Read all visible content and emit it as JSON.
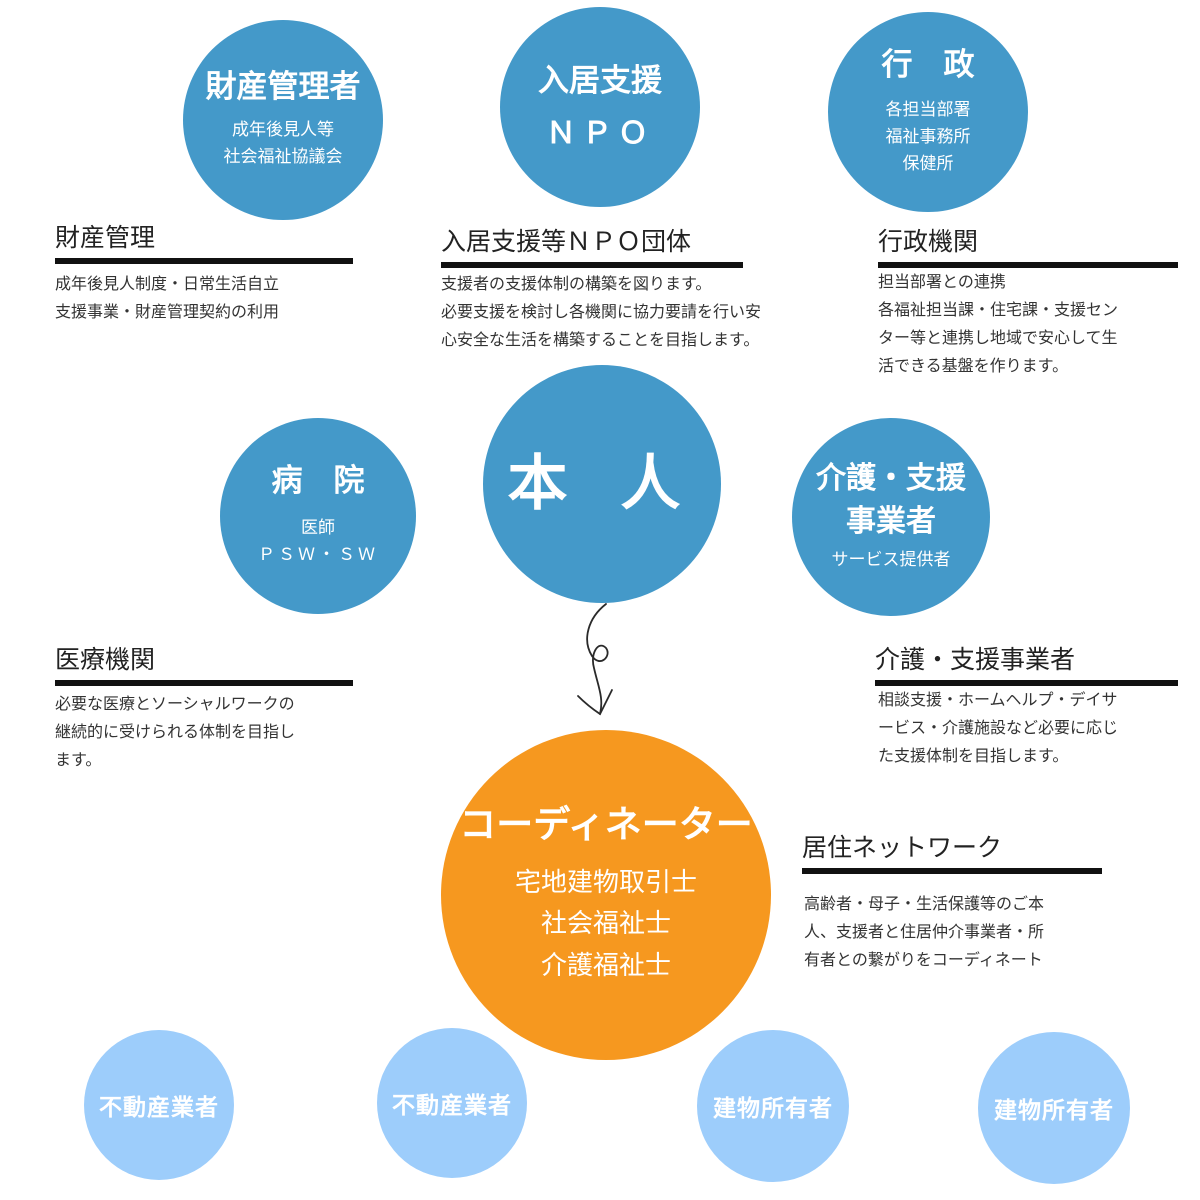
{
  "circles": {
    "zaisan": {
      "title": "財産管理者",
      "sub": [
        "成年後見人等",
        "社会福祉協議会"
      ]
    },
    "npo": {
      "title1": "入居支援",
      "title2": "ＮＰＯ"
    },
    "gyosei": {
      "title": "行　政",
      "sub": [
        "各担当部署",
        "福祉事務所",
        "保健所"
      ]
    },
    "byoin": {
      "title": "病　院",
      "sub": [
        "医師",
        "ＰＳＷ・ＳＷ"
      ]
    },
    "honnin": {
      "title": "本 人"
    },
    "kaigo": {
      "title1": "介護・支援",
      "title2": "事業者",
      "sub": "サービス提供者"
    },
    "coordinator": {
      "title": "コーディネーター",
      "sub": [
        "宅地建物取引士",
        "社会福祉士",
        "介護福祉士"
      ]
    }
  },
  "sections": {
    "zaisan": {
      "heading": "財産管理",
      "lines": [
        "成年後見人制度・日常生活自立",
        "支援事業・財産管理契約の利用"
      ]
    },
    "npo": {
      "heading": "入居支援等ＮＰＯ団体",
      "lines": [
        "支援者の支援体制の構築を図ります。",
        "必要支援を検討し各機関に協力要請を行い安",
        "心安全な生活を構築することを目指します。"
      ]
    },
    "gyosei": {
      "heading": "行政機関",
      "lines": [
        "担当部署との連携",
        "各福祉担当課・住宅課・支援セン",
        "ター等と連携し地域で安心して生",
        "活できる基盤を作ります。"
      ]
    },
    "iryo": {
      "heading": "医療機関",
      "lines": [
        "必要な医療とソーシャルワークの",
        "継続的に受けられる体制を目指し",
        "ます。"
      ]
    },
    "kaigo": {
      "heading": "介護・支援事業者",
      "lines": [
        "相談支援・ホームヘルプ・デイサ",
        "ービス・介護施設など必要に応じ",
        "た支援体制を目指します。"
      ]
    },
    "network": {
      "heading": "居住ネットワーク",
      "lines": [
        "高齢者・母子・生活保護等のご本",
        "人、支援者と住居仲介事業者・所",
        "有者との繋がりをコーディネート"
      ]
    }
  },
  "bottom": [
    "不動産業者",
    "不動産業者",
    "建物所有者",
    "建物所有者"
  ],
  "colors": {
    "blue": "#4499c9",
    "orange": "#f6981f",
    "light_blue": "#9dcdfb",
    "rule": "#111111"
  }
}
